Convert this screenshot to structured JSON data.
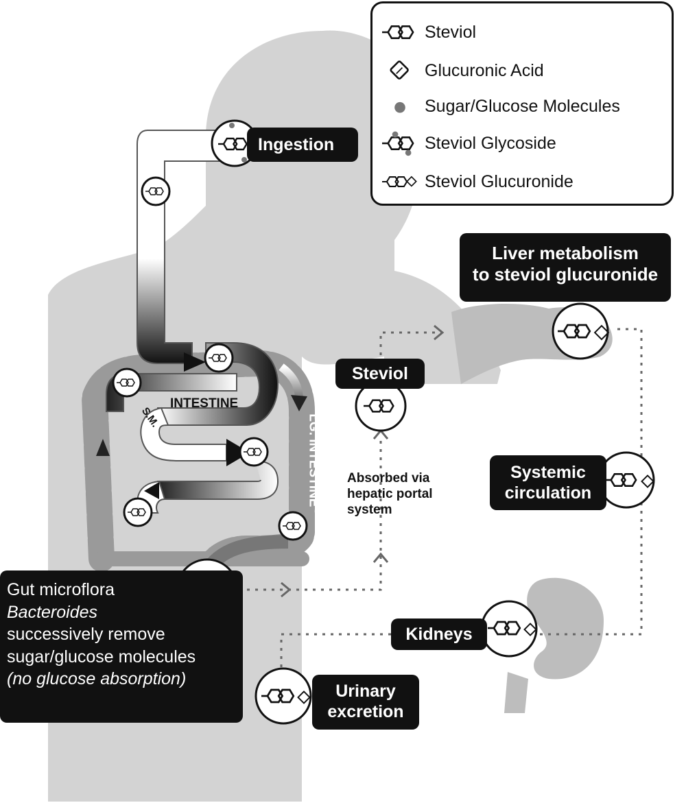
{
  "legend": {
    "steviol": "Steviol",
    "glucuronic_acid": "Glucuronic Acid",
    "sugar": "Sugar/Glucose Molecules",
    "glycoside": "Steviol Glycoside",
    "glucuronide": "Steviol Glucuronide"
  },
  "labels": {
    "ingestion": "Ingestion",
    "liver_1": "Liver metabolism",
    "liver_2": "to steviol glucuronide",
    "steviol": "Steviol",
    "sm_intestine_a": "S.M.",
    "sm_intestine_b": "INTESTINE",
    "lg_intestine": "LG. INTESTINE",
    "absorbed_1": "Absorbed via",
    "absorbed_2": "hepatic portal",
    "absorbed_3": "system",
    "systemic_1": "Systemic",
    "systemic_2": "circulation",
    "gut_1": "Gut microflora",
    "gut_2": "Bacteroides",
    "gut_3": "successively remove",
    "gut_4": "sugar/glucose molecules",
    "gut_5": "(no glucose absorption)",
    "kidneys": "Kidneys",
    "urinary_1": "Urinary",
    "urinary_2": "excretion"
  },
  "colors": {
    "silhouette": "#d3d3d3",
    "organ": "#bdbdbd",
    "label_bg": "#111111",
    "label_text": "#ffffff",
    "tube_light": "#ffffff",
    "tube_dark": "#111111"
  }
}
